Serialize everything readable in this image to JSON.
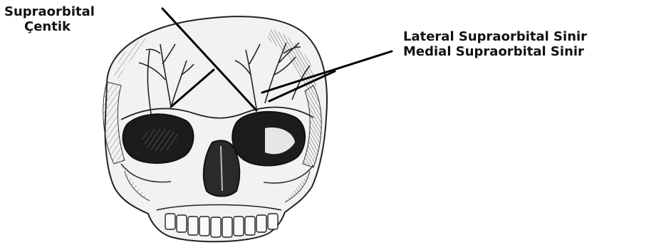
{
  "labels": {
    "supraorbital_notch_line1": "Supraorbital",
    "supraorbital_notch_line2": "Çentik",
    "lateral_nerve": "Lateral Supraorbital Sinir",
    "medial_nerve": "Medial Supraorbital Sinir"
  },
  "colors": {
    "ink": "#111111",
    "bone_shade": "#9a9a9a",
    "orbit_dark": "#1c1c1c",
    "background": "#ffffff"
  }
}
